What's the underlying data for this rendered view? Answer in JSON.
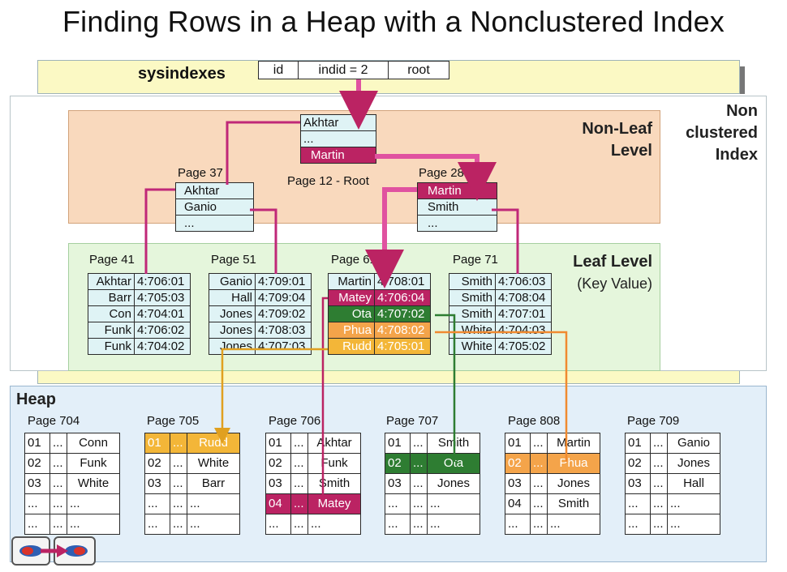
{
  "title": "Finding Rows in a Heap with a Nonclustered Index",
  "sysindexes": {
    "label": "sysindexes",
    "cols": [
      "id",
      "indid = 2",
      "root"
    ]
  },
  "nonclustered_label": [
    "Non",
    "clustered",
    "Index"
  ],
  "nonleaf_label": [
    "Non-Leaf",
    "Level"
  ],
  "leaf_label": "Leaf Level",
  "leaf_sublabel": "(Key Value)",
  "heap_label": "Heap",
  "colors": {
    "magenta": "#bb2363",
    "green": "#2e7d32",
    "orange": "#f4a44a",
    "gold": "#f3b638"
  },
  "root_page": {
    "label": "Page 12 - Root",
    "rows": [
      "Akhtar",
      "...",
      "Martin"
    ]
  },
  "page37": {
    "label": "Page 37",
    "rows": [
      "Akhtar",
      "Ganio",
      "..."
    ]
  },
  "page28": {
    "label": "Page 28",
    "rows": [
      "Martin",
      "Smith",
      "..."
    ]
  },
  "leaf_pages": [
    {
      "label": "Page 41",
      "rows": [
        [
          "Akhtar",
          "4:706:01"
        ],
        [
          "Barr",
          "4:705:03"
        ],
        [
          "Con",
          "4:704:01"
        ],
        [
          "Funk",
          "4:706:02"
        ],
        [
          "Funk",
          "4:704:02"
        ]
      ]
    },
    {
      "label": "Page 51",
      "rows": [
        [
          "Ganio",
          "4:709:01"
        ],
        [
          "Hall",
          "4:709:04"
        ],
        [
          "Jones",
          "4:709:02"
        ],
        [
          "Jones",
          "4:708:03"
        ],
        [
          "Jones",
          "4:707:03"
        ]
      ]
    },
    {
      "label": "Page 61",
      "rows": [
        [
          "Martin",
          "4:708:01"
        ],
        [
          "Matey",
          "4:706:04"
        ],
        [
          "Ota",
          "4:707:02"
        ],
        [
          "Phua",
          "4:708:02"
        ],
        [
          "Rudd",
          "4:705:01"
        ]
      ]
    },
    {
      "label": "Page 71",
      "rows": [
        [
          "Smith",
          "4:706:03"
        ],
        [
          "Smith",
          "4:708:04"
        ],
        [
          "Smith",
          "4:707:01"
        ],
        [
          "White",
          "4:704:03"
        ],
        [
          "White",
          "4:705:02"
        ]
      ]
    }
  ],
  "heap_pages": [
    {
      "label": "Page 704",
      "rows": [
        [
          "01",
          "...",
          "Conn"
        ],
        [
          "02",
          "...",
          "Funk"
        ],
        [
          "03",
          "...",
          "White"
        ],
        [
          "...",
          "...",
          "..."
        ],
        [
          "...",
          "...",
          "..."
        ]
      ]
    },
    {
      "label": "Page 705",
      "rows": [
        [
          "01",
          "...",
          "Rudd"
        ],
        [
          "02",
          "...",
          "White"
        ],
        [
          "03",
          "...",
          "Barr"
        ],
        [
          "...",
          "...",
          "..."
        ],
        [
          "...",
          "...",
          "..."
        ]
      ]
    },
    {
      "label": "Page 706",
      "rows": [
        [
          "01",
          "...",
          "Akhtar"
        ],
        [
          "02",
          "...",
          "Funk"
        ],
        [
          "03",
          "...",
          "Smith"
        ],
        [
          "04",
          "...",
          "Matey"
        ],
        [
          "...",
          "...",
          "..."
        ]
      ]
    },
    {
      "label": "Page 707",
      "rows": [
        [
          "01",
          "...",
          "Smith"
        ],
        [
          "02",
          "...",
          "Ota"
        ],
        [
          "03",
          "...",
          "Jones"
        ],
        [
          "...",
          "...",
          "..."
        ],
        [
          "...",
          "...",
          "..."
        ]
      ]
    },
    {
      "label": "Page 808",
      "rows": [
        [
          "01",
          "...",
          "Martin"
        ],
        [
          "02",
          "...",
          "Phua"
        ],
        [
          "03",
          "...",
          "Jones"
        ],
        [
          "04",
          "...",
          "Smith"
        ],
        [
          "...",
          "...",
          "..."
        ]
      ]
    },
    {
      "label": "Page 709",
      "rows": [
        [
          "01",
          "...",
          "Ganio"
        ],
        [
          "02",
          "...",
          "Jones"
        ],
        [
          "03",
          "...",
          "Hall"
        ],
        [
          "...",
          "...",
          "..."
        ],
        [
          "...",
          "...",
          "..."
        ]
      ]
    }
  ]
}
